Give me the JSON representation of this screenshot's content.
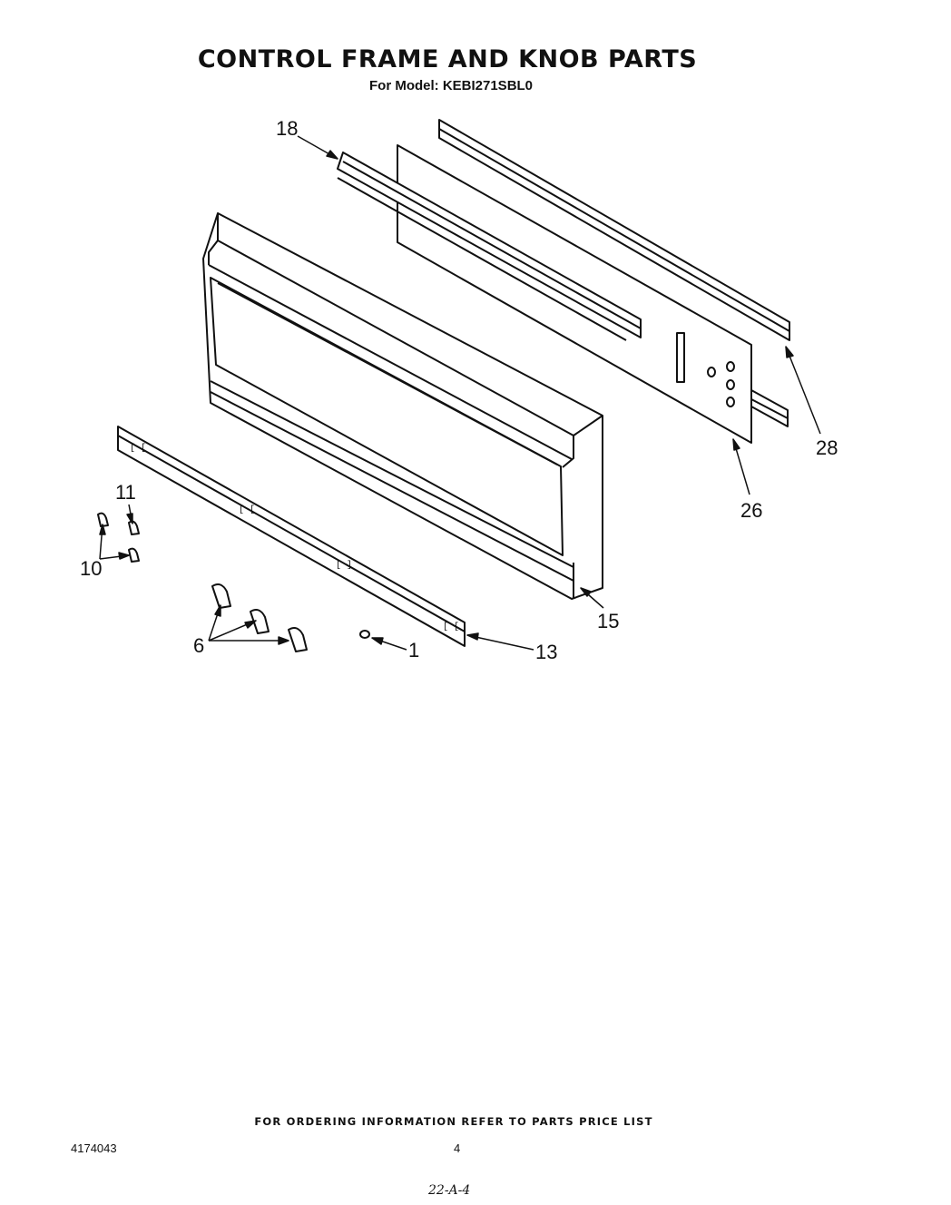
{
  "header": {
    "title": "CONTROL FRAME AND  KNOB PARTS",
    "subtitle": "For Model: KEBI271SBL0"
  },
  "callouts": {
    "c1": "1",
    "c6": "6",
    "c10": "10",
    "c11": "11",
    "c13": "13",
    "c15": "15",
    "c18": "18",
    "c26": "26",
    "c28": "28"
  },
  "footer": {
    "ordering_note": "FOR ORDERING INFORMATION REFER TO PARTS PRICE LIST",
    "document_number": "4174043",
    "page_number": "4",
    "handwritten_note": "22-A-4"
  }
}
